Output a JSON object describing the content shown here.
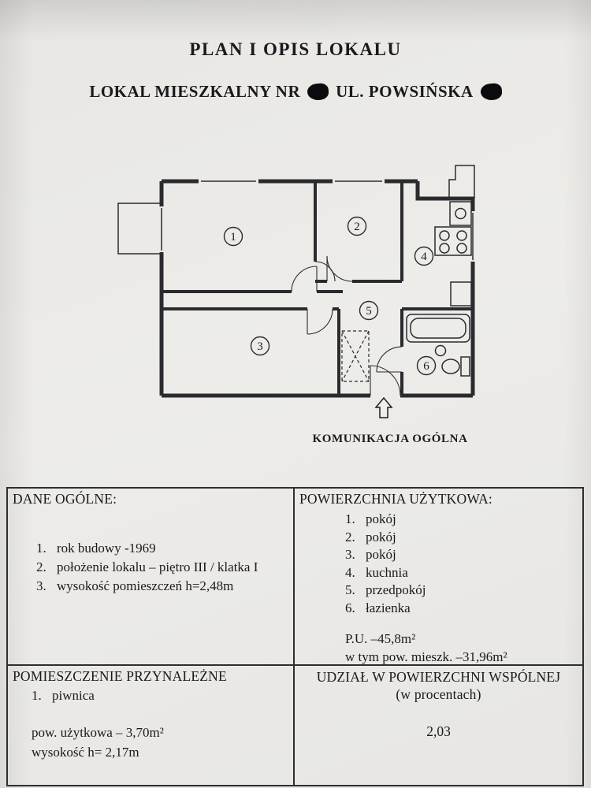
{
  "header": {
    "title": "PLAN I OPIS LOKALU",
    "subtitle_prefix": "LOKAL MIESZKALNY NR",
    "subtitle_street": "UL. POWSIŃSKA"
  },
  "plan": {
    "caption": "KOMUNIKACJA OGÓLNA",
    "room_labels": [
      "1",
      "2",
      "3",
      "4",
      "5",
      "6"
    ]
  },
  "general_info": {
    "header": "DANE OGÓLNE:",
    "items": [
      {
        "num": "1.",
        "text": "rok budowy -1969"
      },
      {
        "num": "2.",
        "text": "położenie lokalu – piętro III / klatka I"
      },
      {
        "num": "3.",
        "text": "wysokość pomieszczeń h=2,48m"
      }
    ]
  },
  "usable_area": {
    "header": "POWIERZCHNIA UŻYTKOWA:",
    "items": [
      {
        "num": "1.",
        "text": "pokój"
      },
      {
        "num": "2.",
        "text": "pokój"
      },
      {
        "num": "3.",
        "text": "pokój"
      },
      {
        "num": "4.",
        "text": "kuchnia"
      },
      {
        "num": "5.",
        "text": "przedpokój"
      },
      {
        "num": "6.",
        "text": "łazienka"
      }
    ],
    "total": "P.U. –45,8m²",
    "residential": "w tym pow. mieszk. –31,96m²"
  },
  "belonging_room": {
    "header": "POMIESZCZENIE PRZYNALEŻNE",
    "items": [
      {
        "num": "1.",
        "text": "piwnica"
      }
    ],
    "area": "pow. użytkowa – 3,70m²",
    "height": "wysokość h= 2,17m"
  },
  "common_share": {
    "header_line1": "UDZIAŁ W POWIERZCHNI WSPÓLNEJ",
    "header_line2": "(w procentach)",
    "value": "2,03"
  }
}
